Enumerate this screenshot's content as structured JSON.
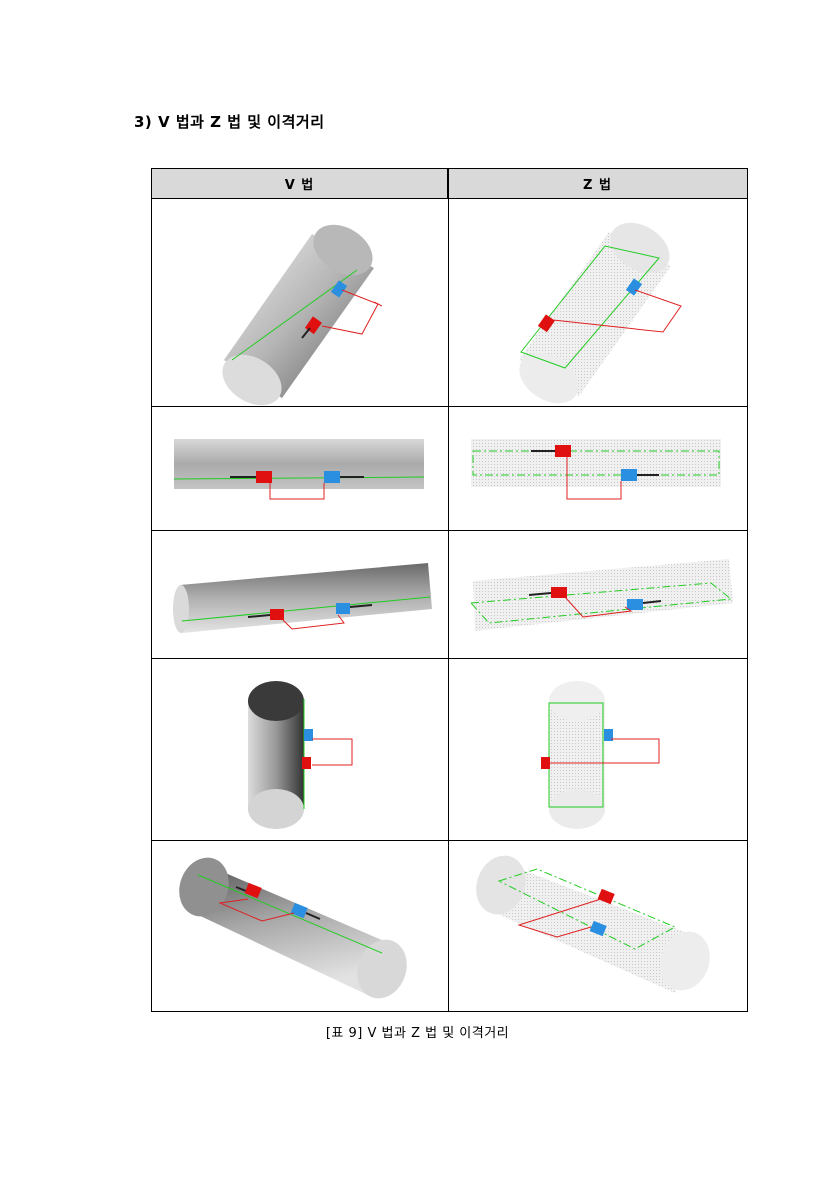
{
  "heading": "3) V 법과 Z 법 및 이격거리",
  "table": {
    "col_headers": [
      "V 법",
      "Z 법"
    ],
    "rows": [
      {
        "view": "isometric-upper"
      },
      {
        "view": "top"
      },
      {
        "view": "tilted-side"
      },
      {
        "view": "end-on"
      },
      {
        "view": "isometric-lower"
      }
    ]
  },
  "caption": "[표 9] V 법과 Z 법 및 이격거리",
  "colors": {
    "header_bg": "#d9d9d9",
    "sensor_red": "#e01010",
    "sensor_blue": "#2a8fe0",
    "guide_green": "#22cc22",
    "dimension_red": "#e02020"
  }
}
